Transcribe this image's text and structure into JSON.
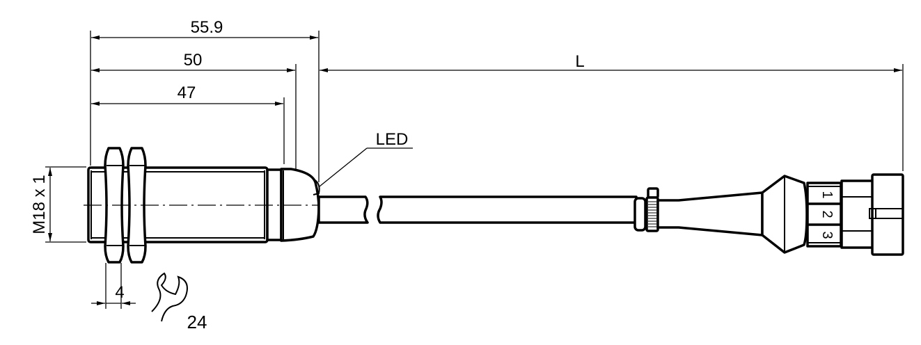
{
  "drawing": {
    "dimensions": {
      "overall_length": "55.9",
      "length_to_led": "50",
      "thread_length": "47",
      "cable_length": "L",
      "thread": "M18 x 1",
      "nut_thickness": "4",
      "wrench_size": "24"
    },
    "labels": {
      "led": "LED",
      "pin_1": "1",
      "pin_2": "2",
      "pin_3": "3"
    },
    "icons": [
      "wrench-icon"
    ]
  }
}
